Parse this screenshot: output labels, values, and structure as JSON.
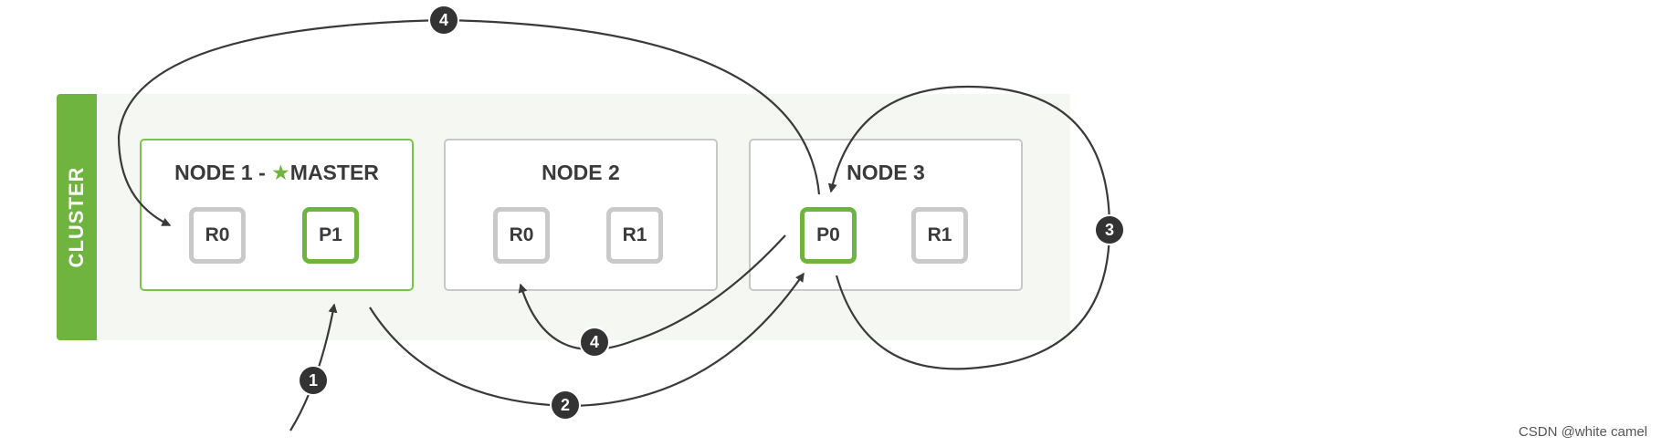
{
  "cluster": {
    "label": "CLUSTER"
  },
  "nodes": [
    {
      "title_prefix": "NODE 1 - ",
      "star_icon": "★",
      "title_suffix": "MASTER",
      "is_master": true,
      "shards": [
        {
          "label": "R0",
          "type": "replica"
        },
        {
          "label": "P1",
          "type": "primary"
        }
      ]
    },
    {
      "title": "NODE 2",
      "shards": [
        {
          "label": "R0",
          "type": "replica"
        },
        {
          "label": "R1",
          "type": "replica"
        }
      ]
    },
    {
      "title": "NODE 3",
      "shards": [
        {
          "label": "P0",
          "type": "primary"
        },
        {
          "label": "R1",
          "type": "replica"
        }
      ]
    }
  ],
  "steps": [
    {
      "label": "1"
    },
    {
      "label": "2"
    },
    {
      "label": "3"
    },
    {
      "label": "4"
    },
    {
      "label": "4"
    }
  ],
  "colors": {
    "accent_green": "#6fb43f",
    "replica_gray": "#c9c9c9",
    "arrow": "#3a3a3a"
  },
  "watermark": "CSDN @white camel"
}
